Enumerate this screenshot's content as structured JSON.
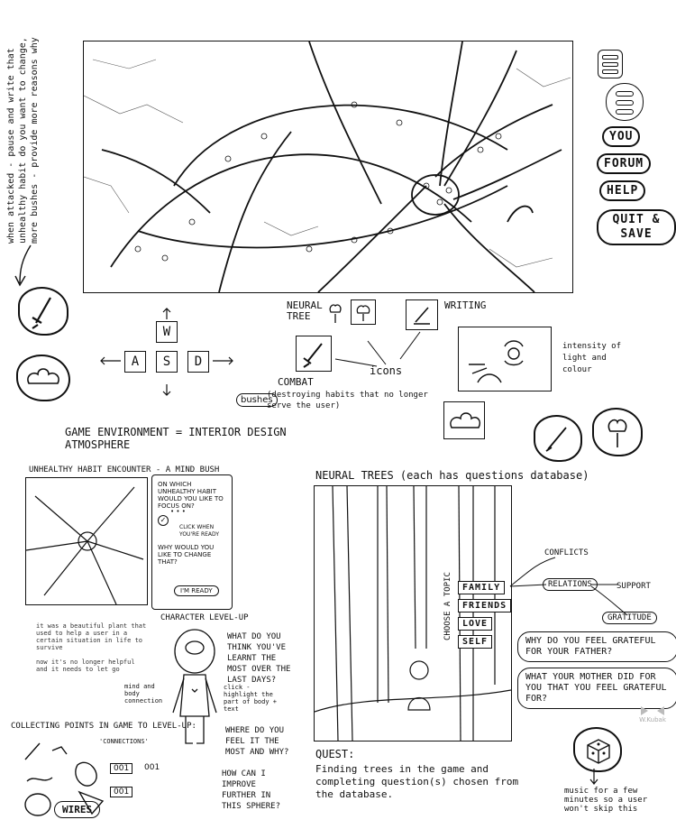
{
  "left_note": "when attacked - pause and write that unhealthy habit do you want to change, more bushes - provide more reasons why",
  "menu": {
    "items": [
      "YOU",
      "FORUM",
      "HELP",
      "QUIT & SAVE"
    ]
  },
  "keys": {
    "w": "W",
    "a": "A",
    "s": "S",
    "d": "D"
  },
  "icons_area": {
    "neural_tree_label": "NEURAL TREE",
    "writing_label": "WRITING",
    "combat_label": "COMBAT",
    "combat_note": "(destroying habits that no longer serve the user)",
    "bushes_label": "bushes",
    "icons_label": "icons",
    "light_note": "intensity of light and colour"
  },
  "environment_line": "GAME ENVIRONMENT = INTERIOR DESIGN ATMOSPHERE",
  "encounter": {
    "title": "UNHEALTHY HABIT ENCOUNTER - A MIND BUSH",
    "q1": "ON WHICH UNHEALTHY HABIT WOULD YOU LIKE TO FOCUS ON?",
    "dots": "• • •",
    "ready_hint": "CLICK WHEN YOU'RE READY",
    "q2": "WHY WOULD YOU LIKE TO CHANGE THAT?",
    "button": "I'M READY",
    "note1": "it was a beautiful plant that used to help a user in a certain situation in life to survive",
    "note2": "now it's no longer helpful and it needs to let go"
  },
  "character": {
    "title": "CHARACTER LEVEL-UP",
    "q1": "WHAT DO YOU THINK YOU'VE LEARNT THE MOST OVER THE LAST DAYS?",
    "side_note": "mind and body connection",
    "click_note": "click - highlight the part of body + text",
    "q2": "WHERE DO YOU FEEL IT THE MOST AND WHY?",
    "q3": "HOW CAN I IMPROVE FURTHER IN THIS SPHERE?"
  },
  "collect": {
    "title": "COLLECTING POINTS IN GAME TO LEVEL-UP:",
    "connections": "'CONNECTIONS'",
    "counter1": "001",
    "counter2": "001",
    "counter3": "001",
    "wires": "WIRES"
  },
  "neural": {
    "title": "NEURAL TREES (each has questions database)",
    "choose": "CHOOSE A TOPIC",
    "topics": [
      "FAMILY",
      "FRIENDS",
      "LOVE",
      "SELF"
    ],
    "conflicts": "CONFLICTS",
    "relations": "RELATIONS",
    "support": "SUPPORT",
    "gratitude": "GRATITUDE",
    "q1": "WHY DO YOU FEEL GRATEFUL FOR YOUR FATHER?",
    "q2": "WHAT YOUR MOTHER DID FOR YOU THAT YOU FEEL GRATEFUL FOR?",
    "quest_label": "QUEST:",
    "quest_text": "Finding trees in the game and completing question(s) chosen from the database."
  },
  "music_note": "music for a few minutes so a user won't skip this",
  "signature": "W.Kubak"
}
